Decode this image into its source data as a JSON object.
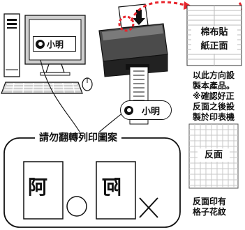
{
  "name_tag_label": "小明",
  "sticker_sheet": {
    "text": "棉布貼\n紙正面"
  },
  "instruction_1": "以此方向設\n製本產品。\n※確認好正\n反面之後設\n製於印表機",
  "back_sheet": {
    "text": "反面"
  },
  "instruction_2": "反面印有\n格子花紋",
  "notice": {
    "title": "請勿翻轉列印圖案",
    "correct_char": "阿",
    "wrong_char": "阿"
  },
  "colors": {
    "accent_red": "#e8242c",
    "ink": "#111111",
    "gray_light": "#cfcfcf",
    "gray_mid": "#9a9a9a"
  }
}
